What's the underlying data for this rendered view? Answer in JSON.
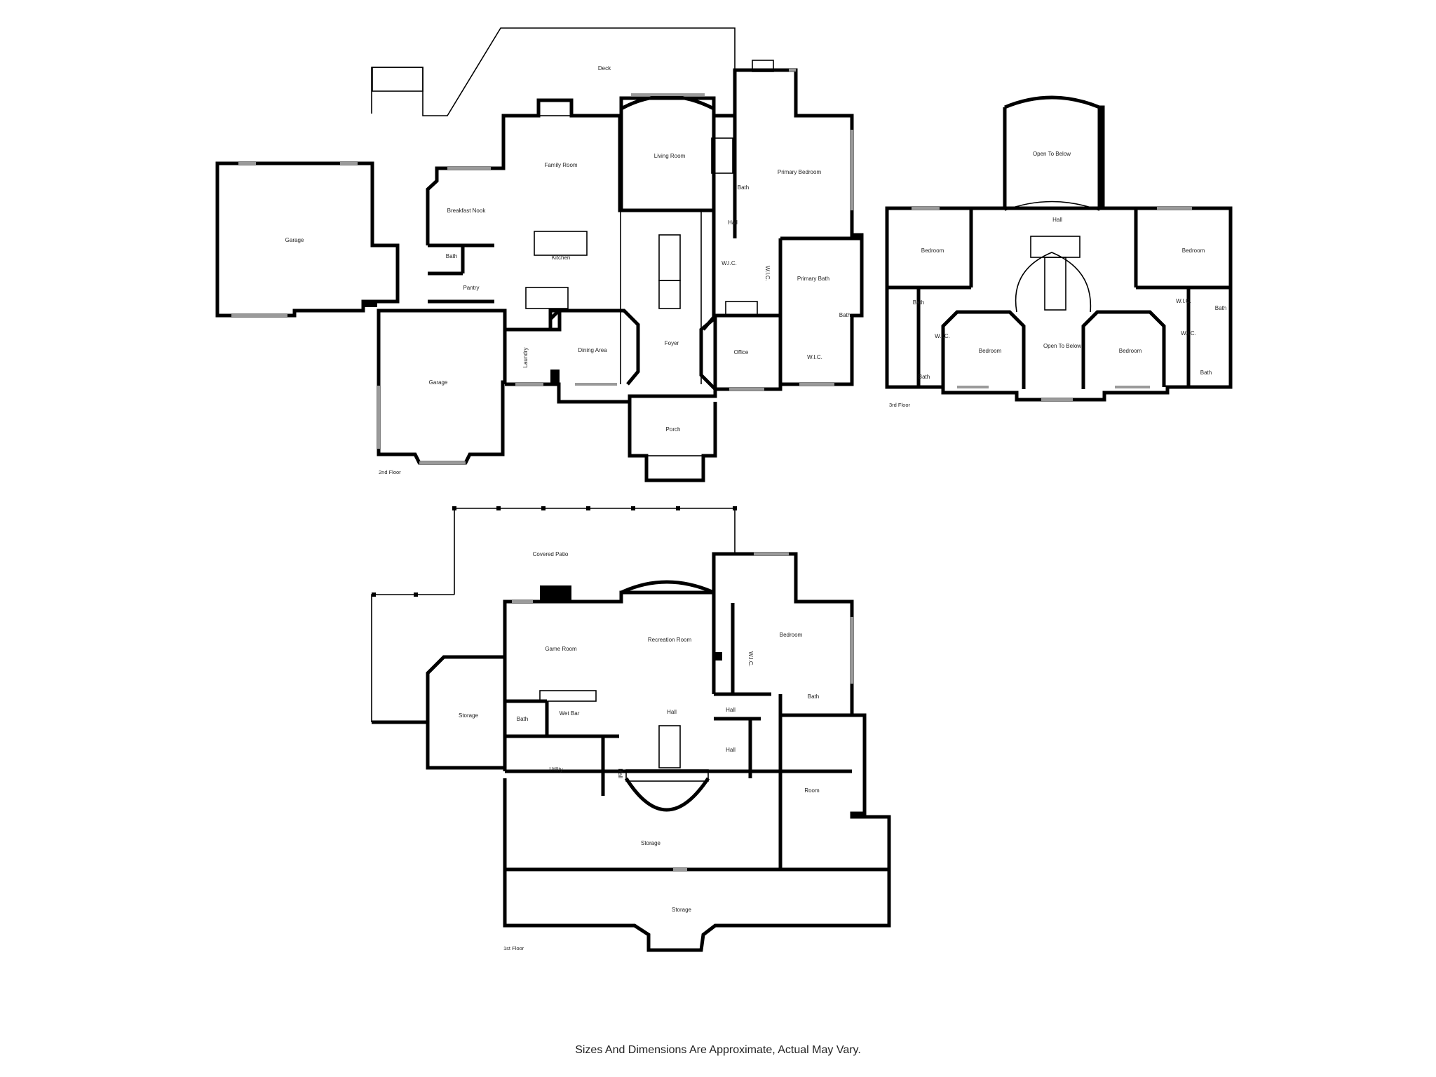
{
  "floors": {
    "second": {
      "label": "2nd Floor",
      "rooms": {
        "deck": "Deck",
        "garage_left": "Garage",
        "garage_right": "Garage",
        "breakfast_nook": "Breakfast Nook",
        "family_room": "Family Room",
        "living_room": "Living Room",
        "primary_bedroom": "Primary Bedroom",
        "bath_primary_hall": "Bath",
        "hall": "Hall",
        "wic_1": "W.I.C.",
        "wic_2": "W.I.C.",
        "primary_bath": "Primary Bath",
        "bath_primary_small": "Bath",
        "bath_kitchen": "Bath",
        "pantry": "Pantry",
        "kitchen": "Kitchen",
        "laundry": "Laundry",
        "dining_area": "Dining Area",
        "foyer": "Foyer",
        "office": "Office",
        "wic_3": "W.I.C.",
        "porch": "Porch"
      }
    },
    "third": {
      "label": "3rd Floor",
      "rooms": {
        "open_to_below_top": "Open To Below",
        "hall": "Hall",
        "bedroom_left": "Bedroom",
        "bedroom_right": "Bedroom",
        "bath_l1": "Bath",
        "wic_l": "W.I.C.",
        "bath_l2": "Bath",
        "bedroom_bottom_left": "Bedroom",
        "open_to_below_center": "Open To Below",
        "bedroom_bottom_right": "Bedroom",
        "wic_r1": "W.I.C.",
        "bath_r1": "Bath",
        "wic_r2": "W.I.C.",
        "bath_r2": "Bath"
      }
    },
    "first": {
      "label": "1st Floor",
      "rooms": {
        "covered_patio": "Covered Patio",
        "game_room": "Game Room",
        "recreation_room": "Recreation Room",
        "bedroom": "Bedroom",
        "wic": "W.I.C.",
        "bath_bedroom": "Bath",
        "storage_left": "Storage",
        "wet_bar": "Wet Bar",
        "bath_wetbar": "Bath",
        "hall_center": "Hall",
        "hall_right1": "Hall",
        "hall_right2": "Hall",
        "hall_small": "Hall",
        "utility": "Utility",
        "room": "Room",
        "storage_mid": "Storage",
        "storage_bottom": "Storage"
      }
    }
  },
  "disclaimer": "Sizes And Dimensions Are Approximate, Actual May Vary."
}
